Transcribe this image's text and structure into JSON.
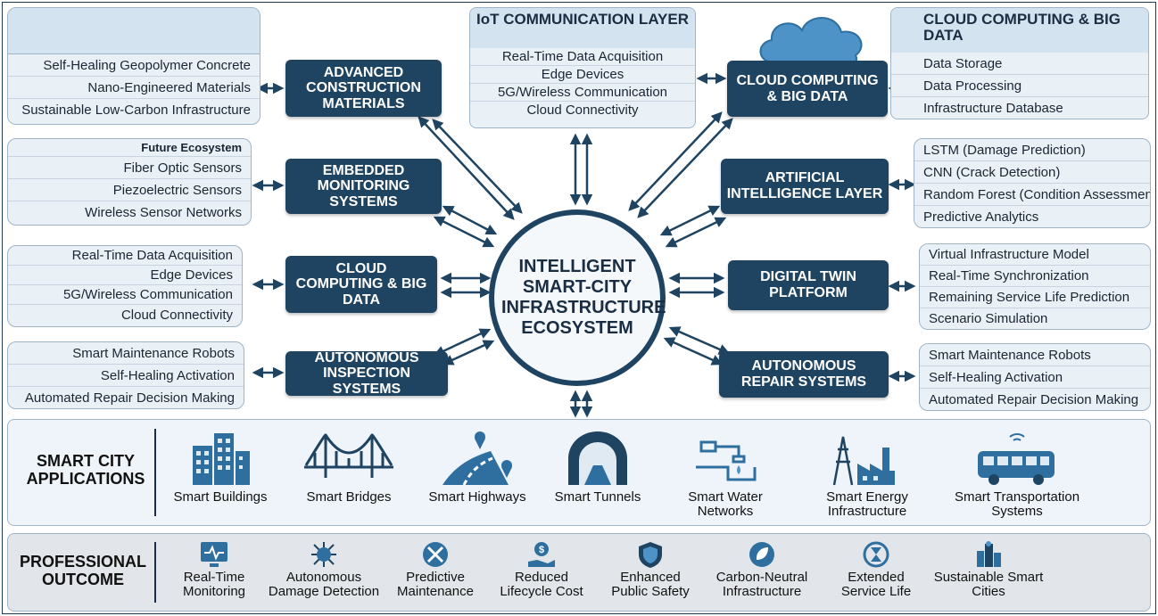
{
  "left_panels": [
    {
      "items": [
        "Self-Healing Geopolymer Concrete",
        "Nano-Engineered Materials",
        "Sustainable Low-Carbon Infrastructure"
      ]
    },
    {
      "header": "Future Ecosystem",
      "items": [
        "Fiber Optic Sensors",
        "Piezoelectric Sensors",
        "Wireless Sensor Networks"
      ]
    },
    {
      "items": [
        "Real-Time Data Acquisition",
        "Edge Devices",
        "5G/Wireless Communication",
        "Cloud Connectivity"
      ]
    },
    {
      "items": [
        "Smart Maintenance Robots",
        "Self-Healing Activation",
        "Automated Repair Decision Making"
      ]
    }
  ],
  "left_boxes": [
    "ADVANCED CONSTRUCTION MATERIALS",
    "EMBEDDED MONITORING SYSTEMS",
    "CLOUD COMPUTING & BIG DATA",
    "AUTONOMOUS INSPECTION SYSTEMS"
  ],
  "right_boxes": [
    "CLOUD COMPUTING & BIG DATA",
    "ARTIFICIAL INTELLIGENCE LAYER",
    "DIGITAL TWIN PLATFORM",
    "AUTONOMOUS REPAIR SYSTEMS"
  ],
  "top_center": {
    "title": "IoT COMMUNICATION LAYER",
    "items": [
      "Real-Time Data Acquisition",
      "Edge Devices",
      "5G/Wireless Communication",
      "Cloud Connectivity"
    ]
  },
  "top_right": {
    "title": "CLOUD COMPUTING & BIG DATA",
    "items": [
      "Data Storage",
      "Data Processing",
      "Infrastructure Database"
    ]
  },
  "right_panels": [
    {
      "items": [
        "LSTM (Damage Prediction)",
        "CNN (Crack Detection)",
        "Random Forest (Condition Assessment)",
        "Predictive Analytics"
      ]
    },
    {
      "items": [
        "Virtual Infrastructure Model",
        "Real-Time Synchronization",
        "Remaining Service Life Prediction",
        "Scenario Simulation"
      ]
    },
    {
      "items": [
        "Smart Maintenance Robots",
        "Self-Healing Activation",
        "Automated Repair Decision Making"
      ]
    }
  ],
  "hub": {
    "title": "INTELLIGENT SMART-CITY INFRASTRUCTURE ECOSYSTEM"
  },
  "applications": {
    "title": "SMART CITY APPLICATIONS",
    "items": [
      {
        "label": "Smart Buildings",
        "icon": "buildings-icon"
      },
      {
        "label": "Smart Bridges",
        "icon": "bridge-icon"
      },
      {
        "label": "Smart Highways",
        "icon": "highway-icon"
      },
      {
        "label": "Smart Tunnels",
        "icon": "tunnel-icon"
      },
      {
        "label": "Smart Water Networks",
        "icon": "water-tap-icon"
      },
      {
        "label": "Smart Energy Infrastructure",
        "icon": "power-plant-icon"
      },
      {
        "label": "Smart Transportation Systems",
        "icon": "bus-icon"
      }
    ]
  },
  "outcomes": {
    "title": "PROFESSIONAL OUTCOME",
    "items": [
      {
        "label": "Real-Time Monitoring",
        "icon": "monitor-icon"
      },
      {
        "label": "Autonomous Damage Detection",
        "icon": "virus-icon"
      },
      {
        "label": "Predictive Maintenance",
        "icon": "tools-icon"
      },
      {
        "label": "Reduced Lifecycle Cost",
        "icon": "money-hand-icon"
      },
      {
        "label": "Enhanced Public Safety",
        "icon": "shield-icon"
      },
      {
        "label": "Carbon-Neutral Infrastructure",
        "icon": "leaf-icon"
      },
      {
        "label": "Extended Service Life",
        "icon": "hourglass-icon"
      },
      {
        "label": "Sustainable Smart Cities",
        "icon": "green-city-icon"
      }
    ]
  },
  "colors": {
    "dark_box": "#1f4462",
    "panel_bg": "#eaf1f6",
    "band_apps": "#eef4f9",
    "band_outcome": "#e2e6ea"
  }
}
